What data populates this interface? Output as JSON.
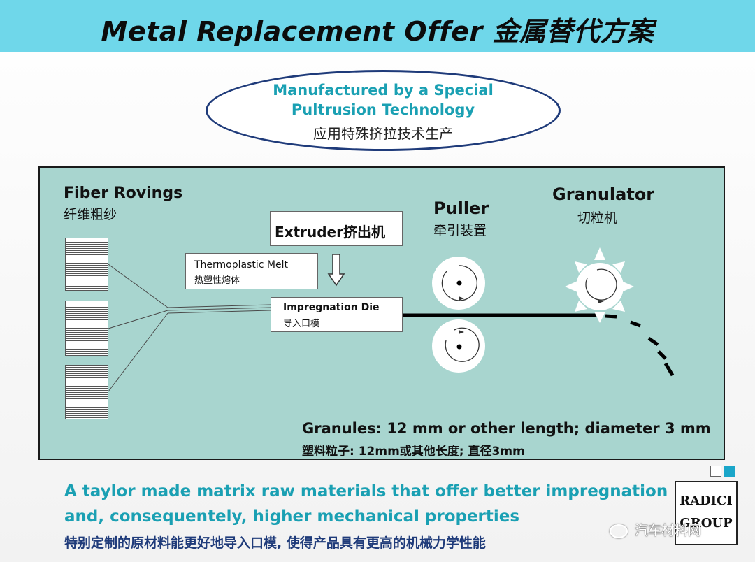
{
  "header": {
    "title": "Metal Replacement Offer 金属替代方案"
  },
  "oval": {
    "line1": "Manufactured by a Special",
    "line2": "Pultrusion Technology",
    "line3": "应用特殊挤拉技术生产"
  },
  "diagram": {
    "fiber_rovings_en": "Fiber Rovings",
    "fiber_rovings_zh": "纤维粗纱",
    "extruder": "Extruder挤出机",
    "melt_en": "Thermoplastic Melt",
    "melt_zh": "热塑性熔体",
    "die_en": "Impregnation Die",
    "die_zh": "导入口模",
    "puller_en": "Puller",
    "puller_zh": "牵引装置",
    "granulator_en": "Granulator",
    "granulator_zh": "切粒机",
    "granules_en": "Granules: 12 mm or other length; diameter 3 mm",
    "granules_zh": "塑料粒子: 12mm或其他长度; 直径3mm"
  },
  "footer": {
    "line1": "A taylor made matrix raw materials that offer better impregnation",
    "line2": "and, consequentely, higher mechanical properties",
    "line3": "特别定制的原材料能更好地导入口模, 使得产品具有更高的机械力学性能"
  },
  "logo": {
    "line1": "RADICI",
    "line2": "GROUP"
  },
  "watermark": {
    "text": "汽车材料网"
  },
  "colors": {
    "title_bar": "#6fd7ea",
    "panel": "#a8d5cf",
    "accent_teal": "#1aa0b3",
    "navy": "#1f3b7a"
  }
}
